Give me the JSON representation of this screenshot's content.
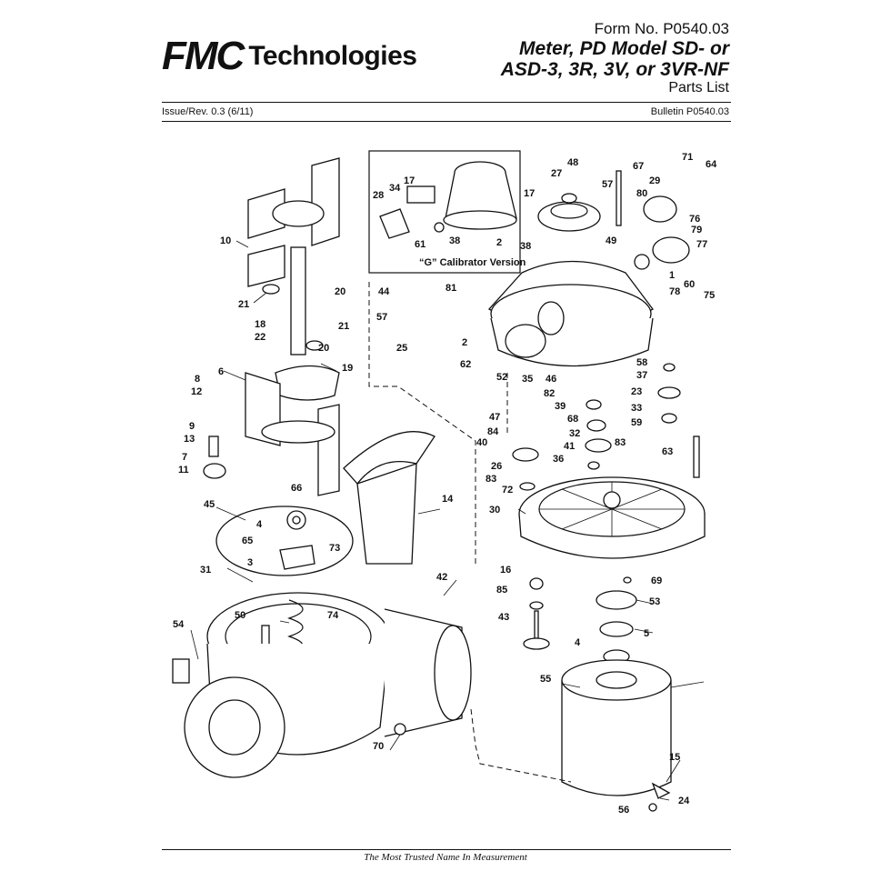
{
  "header": {
    "brand_mark": "FMC",
    "brand_word": "Technologies",
    "form_no": "Form No. P0540.03",
    "title_line1": "Meter, PD Model SD- or",
    "title_line2": "ASD-3, 3R, 3V, or 3VR-NF",
    "subtitle": "Parts List",
    "issue": "Issue/Rev. 0.3 (6/11)",
    "bulletin": "Bulletin P0540.03"
  },
  "diagram": {
    "inset_caption": "“G” Calibrator Version",
    "callouts": {
      "c48": "48",
      "c27": "27",
      "c17a": "17",
      "c34": "34",
      "c28": "28",
      "c38a": "38",
      "c2a": "2",
      "c61": "61",
      "c57a": "57",
      "c67": "67",
      "c71": "71",
      "c64": "64",
      "c29": "29",
      "c80": "80",
      "c76": "76",
      "c79": "79",
      "c77": "77",
      "c17b": "17",
      "c38b": "38",
      "c49": "49",
      "c1": "1",
      "c78": "78",
      "c60": "60",
      "c75": "75",
      "c44": "44",
      "c81": "81",
      "c57b": "57",
      "c25": "25",
      "c2b": "2",
      "c62": "62",
      "c52": "52",
      "c35": "35",
      "c46": "46",
      "c58": "58",
      "c37": "37",
      "c82": "82",
      "c39": "39",
      "c23": "23",
      "c47": "47",
      "c68": "68",
      "c33": "33",
      "c84": "84",
      "c32": "32",
      "c59": "59",
      "c40": "40",
      "c41": "41",
      "c83a": "83",
      "c63": "63",
      "c26": "26",
      "c36": "36",
      "c83b": "83",
      "c72": "72",
      "c30": "30",
      "c10": "10",
      "c21a": "21",
      "c20a": "20",
      "c18": "18",
      "c22": "22",
      "c21b": "21",
      "c20b": "20",
      "c6": "6",
      "c19": "19",
      "c8": "8",
      "c12": "12",
      "c9": "9",
      "c13": "13",
      "c7": "7",
      "c11": "11",
      "c66": "66",
      "c14": "14",
      "c45": "45",
      "c4a": "4",
      "c73": "73",
      "c65": "65",
      "c3": "3",
      "c31": "31",
      "c42": "42",
      "c50": "50",
      "c74": "74",
      "c54": "54",
      "c70": "70",
      "c16": "16",
      "c69": "69",
      "c85": "85",
      "c53": "53",
      "c43": "43",
      "c5": "5",
      "c4b": "4",
      "c55": "55",
      "c15": "15",
      "c24": "24",
      "c56": "56"
    }
  },
  "footer": {
    "tagline": "The Most Trusted Name In Measurement"
  }
}
